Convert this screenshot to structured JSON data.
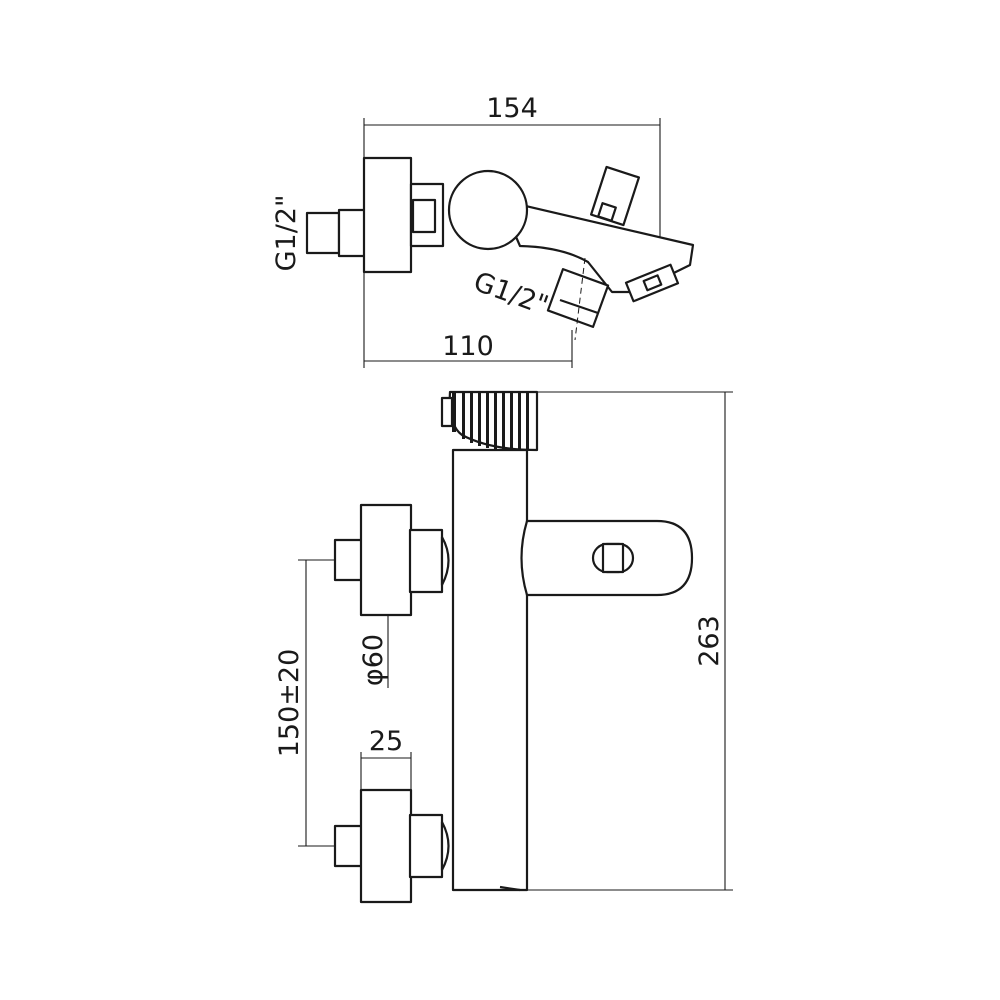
{
  "top_view": {
    "width_label": "154",
    "depth_label": "110",
    "inlet_label": "G1/2\"",
    "outlet_label": "G1/2\""
  },
  "front_view": {
    "height_label": "263",
    "center_distance_label": "150±20",
    "flange_label": "φ60",
    "nut_label": "25"
  }
}
